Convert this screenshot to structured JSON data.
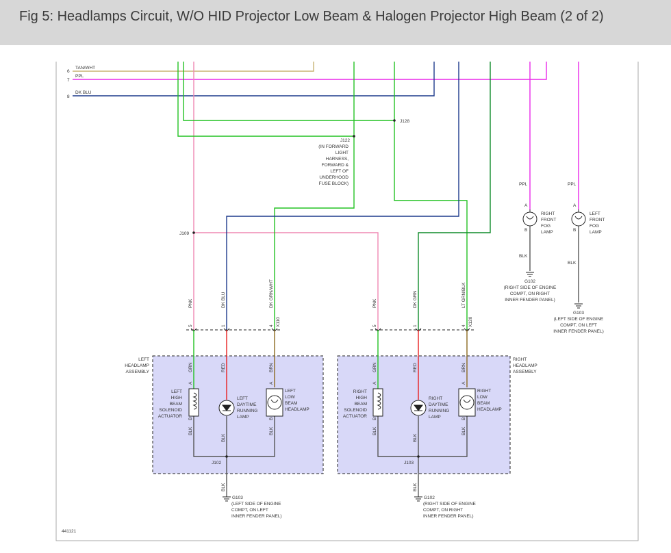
{
  "header": {
    "title": "Fig 5: Headlamps Circuit, W/O HID Projector Low Beam & Halogen Projector High Beam (2 of 2)"
  },
  "diagram": {
    "figure_id": "441121",
    "colors": {
      "pink": "#ef88b4",
      "green": "#22c222",
      "dk_green": "#0f8c2a",
      "blue": "#1d3a8c",
      "magenta": "#ea28ea",
      "tan": "#c8b474",
      "red": "#e82020",
      "brown": "#8b6a20",
      "assembly_fill": "#d8d8f8"
    },
    "rows": [
      {
        "num": "6",
        "label": "TAN/WHT"
      },
      {
        "num": "7",
        "label": "PPL"
      },
      {
        "num": "8",
        "label": "DK BLU"
      }
    ],
    "splices": {
      "j128": "J128",
      "j122": [
        "J122",
        "(IN FORWARD",
        "LIGHT",
        "HARNESS,",
        "FORWARD &",
        "LEFT OF",
        "UNDERHOOD",
        "FUSE BLOCK)"
      ],
      "j109": "J109",
      "j102": "J102",
      "j103": "J103"
    },
    "wire_labels": {
      "left_pnk": "PNK",
      "left_dkblu": "DK BLU",
      "left_dkgrnwht": "DK GRN/WHT",
      "right_pnk": "PNK",
      "right_dkgrn": "DK GRN",
      "right_ltgrnblk": "LT GRN/BLK",
      "grn": "GRN",
      "red": "RED",
      "brn": "BRN",
      "blk": "BLK",
      "ppl": "PPL"
    },
    "connector": {
      "pins": [
        "5",
        "1",
        "4"
      ],
      "left_id": "X110",
      "right_id": "X120"
    },
    "pin_labels": {
      "a": "A",
      "b": "B"
    },
    "assemblies": {
      "left": [
        "LEFT",
        "HEADLAMP",
        "ASSEMBLY"
      ],
      "right": [
        "RIGHT",
        "HEADLAMP",
        "ASSEMBLY"
      ]
    },
    "components": {
      "left_solenoid": [
        "LEFT",
        "HIGH",
        "BEAM",
        "SOLENOID",
        "ACTUATOR"
      ],
      "left_drl": [
        "LEFT",
        "DAYTIME",
        "RUNNING",
        "LAMP"
      ],
      "left_low": [
        "LEFT",
        "LOW",
        "BEAM",
        "HEADLAMP"
      ],
      "right_solenoid": [
        "RIGHT",
        "HIGH",
        "BEAM",
        "SOLENOID",
        "ACTUATOR"
      ],
      "right_drl": [
        "RIGHT",
        "DAYTIME",
        "RUNNING",
        "LAMP"
      ],
      "right_low": [
        "RIGHT",
        "LOW",
        "BEAM",
        "HEADLAMP"
      ],
      "right_fog": [
        "RIGHT",
        "FRONT",
        "FOG",
        "LAMP"
      ],
      "left_fog": [
        "LEFT",
        "FRONT",
        "FOG",
        "LAMP"
      ]
    },
    "grounds": {
      "g103_bottom": [
        "G103",
        "(LEFT SIDE OF ENGINE",
        "COMPT, ON LEFT",
        "INNER FENDER PANEL)"
      ],
      "g102_bottom": [
        "G102",
        "(RIGHT SIDE OF ENGINE",
        "COMPT, ON RIGHT",
        "INNER FENDER PANEL)"
      ],
      "g102_fog": [
        "G102",
        "(RIGHT SIDE OF ENGINE",
        "COMPT, ON RIGHT",
        "INNER FENDER PANEL)"
      ],
      "g103_fog": [
        "G103",
        "(LEFT SIDE OF ENGINE",
        "COMPT, ON LEFT",
        "INNER FENDER PANEL)"
      ]
    }
  }
}
